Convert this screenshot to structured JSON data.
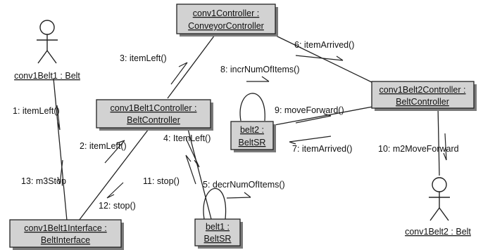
{
  "objects": {
    "conv1Controller": {
      "line1": "conv1Controller :",
      "line2": "ConveyorController"
    },
    "conv1Belt2Controller": {
      "line1": "conv1Belt2Controller :",
      "line2": "BeltController"
    },
    "conv1Belt1Controller": {
      "line1": "conv1Belt1Controller :",
      "line2": "BeltController"
    },
    "belt2": {
      "line1": "belt2 :",
      "line2": "BeltSR"
    },
    "belt1": {
      "line1": "belt1 :",
      "line2": "BeltSR"
    },
    "conv1Belt1Interface": {
      "line1": "conv1Belt1Interface :",
      "line2": "BeltInterface"
    }
  },
  "actors": {
    "conv1Belt1": "conv1Belt1 : Belt",
    "conv1Belt2": "conv1Belt2 : Belt"
  },
  "messages": {
    "m1": "1: itemLeft()",
    "m2": "2: itemLeft()",
    "m3": "3: itemLeft()",
    "m4": "4: ItemLeft()",
    "m5": "5: decrNumOfItems()",
    "m6": "6: itemArrived()",
    "m7": "7: itemArrived()",
    "m8": "8: incrNumOfItems()",
    "m9": "9: moveForward()",
    "m10": "10: m2MoveForward",
    "m11": "11: stop()",
    "m12": "12: stop()",
    "m13": "13: m3Stop"
  }
}
